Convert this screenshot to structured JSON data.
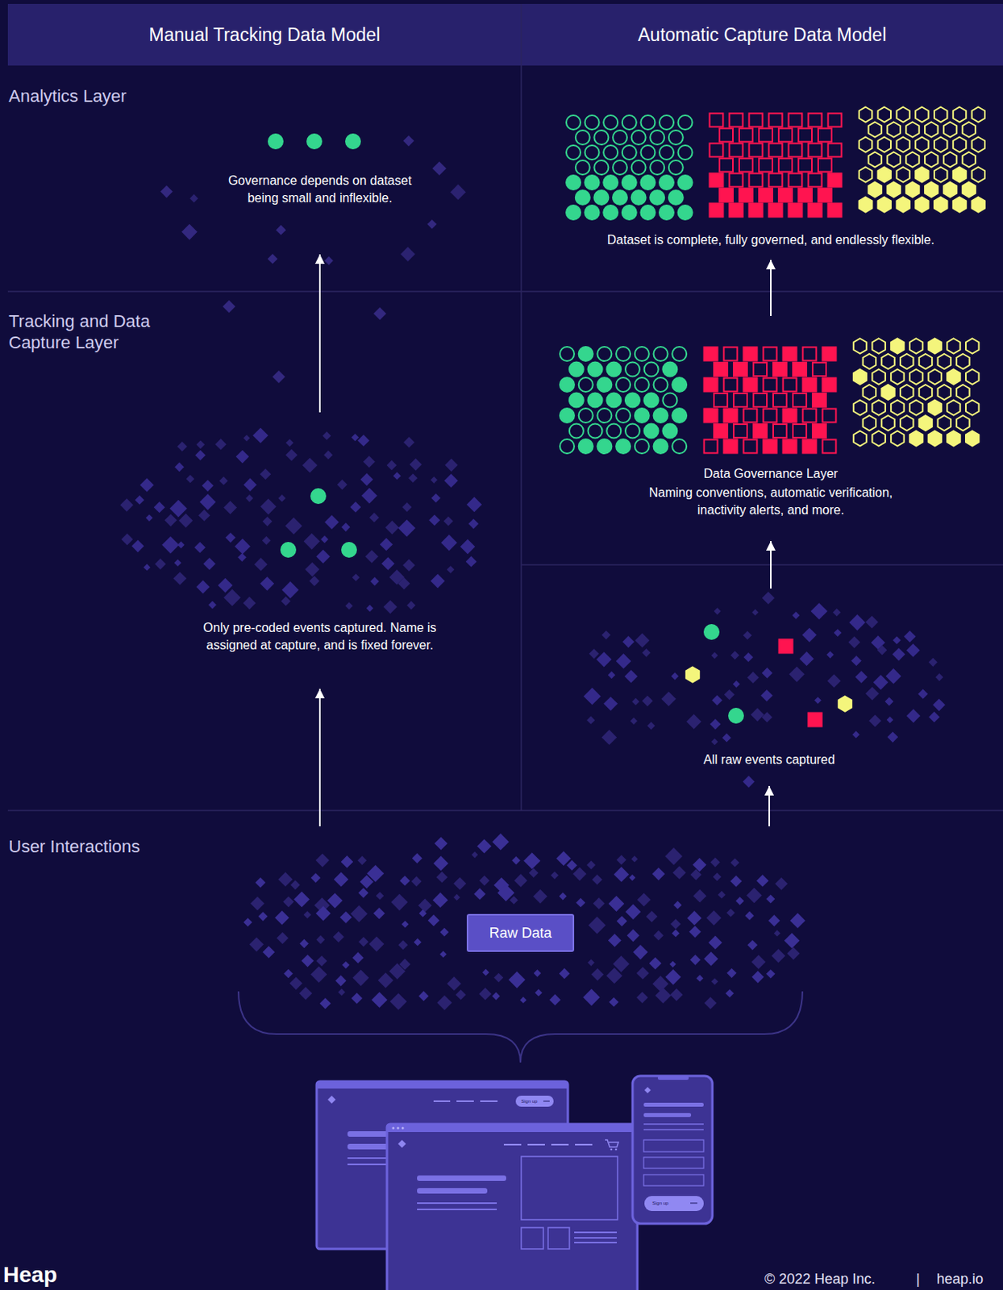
{
  "diagram": {
    "nodes": [
      {
        "text": [
          "Manual Tracking Data Model"
        ]
      },
      {
        "text": [
          "Automatic Capture Data Model"
        ]
      },
      {
        "text": [
          "Governance depends on dataset being small and inflexible."
        ]
      },
      {
        "text": [
          "Only pre-coded events captured. Name is assigned at capture, and is fixed forever."
        ]
      },
      {
        "text": [
          "Dataset is complete, fully governed, and endlessly flexible."
        ]
      },
      {
        "text": [
          "Data Governance Layer",
          "Naming conventions, automatic verification, inactivity alerts, and more."
        ]
      },
      {
        "text": [
          "All raw events captured"
        ]
      },
      {
        "text": [
          "Raw Data"
        ]
      }
    ],
    "edges": [
      {
        "from": 7,
        "to": 3,
        "arrow": "to"
      },
      {
        "from": 3,
        "to": 2,
        "arrow": "to"
      },
      {
        "from": 7,
        "to": 6,
        "arrow": "to"
      },
      {
        "from": 6,
        "to": 5,
        "arrow": "to"
      },
      {
        "from": 5,
        "to": 4,
        "arrow": "to"
      }
    ],
    "labels": [
      "Analytics Layer",
      "Tracking and Data Capture Layer",
      "User Interactions",
      "Sign up",
      "Sign up",
      "Heap",
      "© 2022 Heap Inc.",
      "|",
      "heap.io"
    ]
  }
}
